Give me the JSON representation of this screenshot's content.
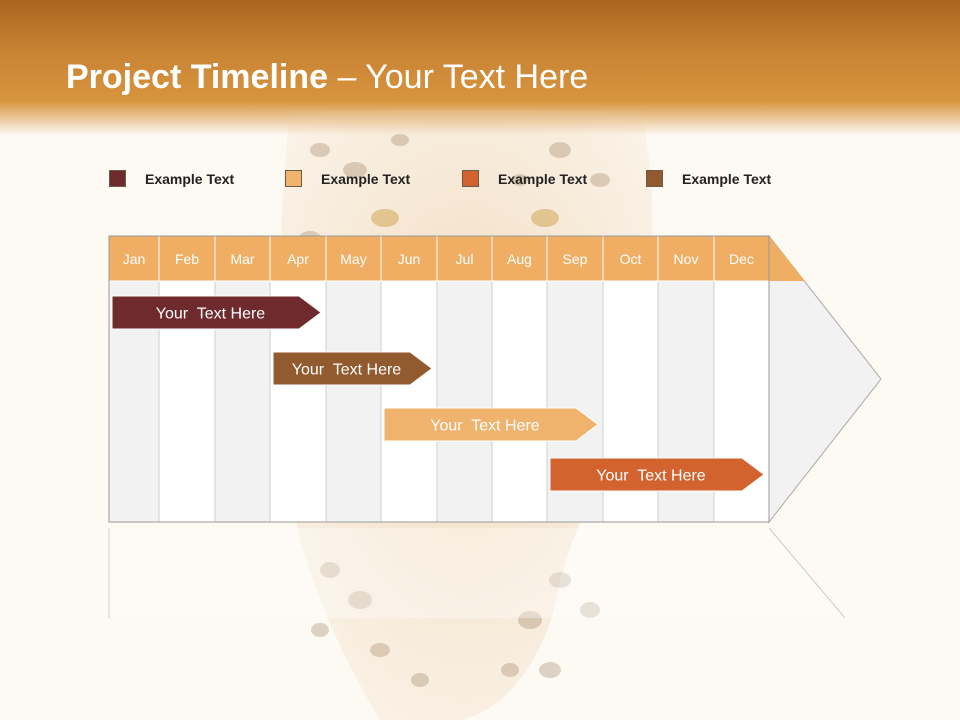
{
  "title": {
    "strong": "Project Timeline",
    "rest": " – Your Text Here"
  },
  "colors": {
    "header_top": "#a9651e",
    "header_bottom": "#d8953f",
    "month_header": "#efae63",
    "column_shaded": "#f2f2f2",
    "column_plain": "#ffffff",
    "arrow_body": "#f2f2f2"
  },
  "legend": [
    {
      "label": "Example Text",
      "color": "#6e2a2c"
    },
    {
      "label": "Example Text",
      "color": "#f0b36e"
    },
    {
      "label": "Example Text",
      "color": "#d2632f"
    },
    {
      "label": "Example Text",
      "color": "#915a2f"
    }
  ],
  "months": [
    "Jan",
    "Feb",
    "Mar",
    "Apr",
    "May",
    "Jun",
    "Jul",
    "Aug",
    "Sep",
    "Oct",
    "Nov",
    "Dec"
  ],
  "tasks": [
    {
      "label": "Your  Text Here",
      "start_month": "Jan",
      "end_month": "Apr",
      "color": "#6e2a2c"
    },
    {
      "label": "Your  Text Here",
      "start_month": "Apr",
      "end_month": "Jun",
      "color": "#915a2f"
    },
    {
      "label": "Your  Text Here",
      "start_month": "Jun",
      "end_month": "Sep",
      "color": "#f0b36e"
    },
    {
      "label": "Your  Text Here",
      "start_month": "Sep",
      "end_month": "Dec",
      "color": "#d2632f"
    }
  ]
}
